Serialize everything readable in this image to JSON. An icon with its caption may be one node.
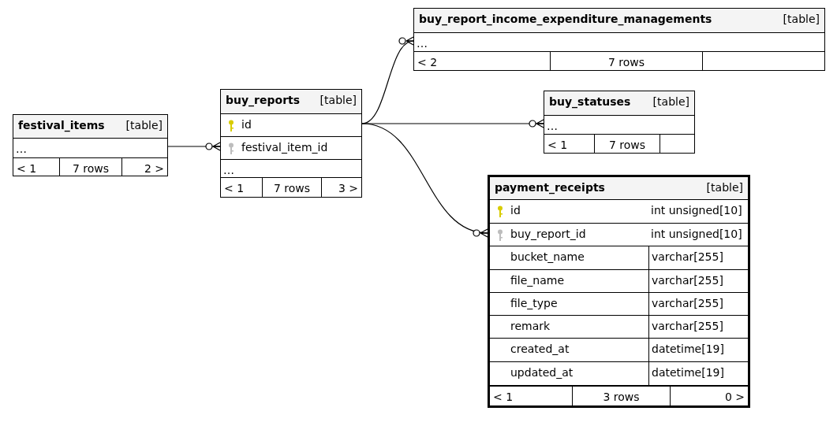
{
  "diagram": {
    "nodes": [
      {
        "text": [
          "festival_items",
          "[table]",
          "…",
          "< 1",
          "7 rows",
          "2 >"
        ]
      },
      {
        "text": [
          "buy_reports",
          "[table]",
          "id",
          "festival_item_id",
          "…",
          "< 1",
          "7 rows",
          "3 >"
        ]
      },
      {
        "text": [
          "buy_report_income_expenditure_managements",
          "[table]",
          "…",
          "< 2",
          "7 rows"
        ]
      },
      {
        "text": [
          "buy_statuses",
          "[table]",
          "…",
          "< 1",
          "7 rows"
        ]
      },
      {
        "text": [
          "payment_receipts",
          "[table]",
          "id",
          "int unsigned[10]",
          "buy_report_id",
          "int unsigned[10]",
          "bucket_name",
          "varchar[255]",
          "file_name",
          "varchar[255]",
          "file_type",
          "varchar[255]",
          "remark",
          "varchar[255]",
          "created_at",
          "datetime[19]",
          "updated_at",
          "datetime[19]",
          "< 1",
          "3 rows",
          "0 >"
        ]
      }
    ],
    "edges": [
      {
        "from": 0,
        "to": 1,
        "arrow": "other"
      },
      {
        "from": 1,
        "to": 2,
        "arrow": "other"
      },
      {
        "from": 1,
        "to": 3,
        "arrow": "other"
      },
      {
        "from": 1,
        "to": 4,
        "arrow": "other"
      }
    ]
  }
}
